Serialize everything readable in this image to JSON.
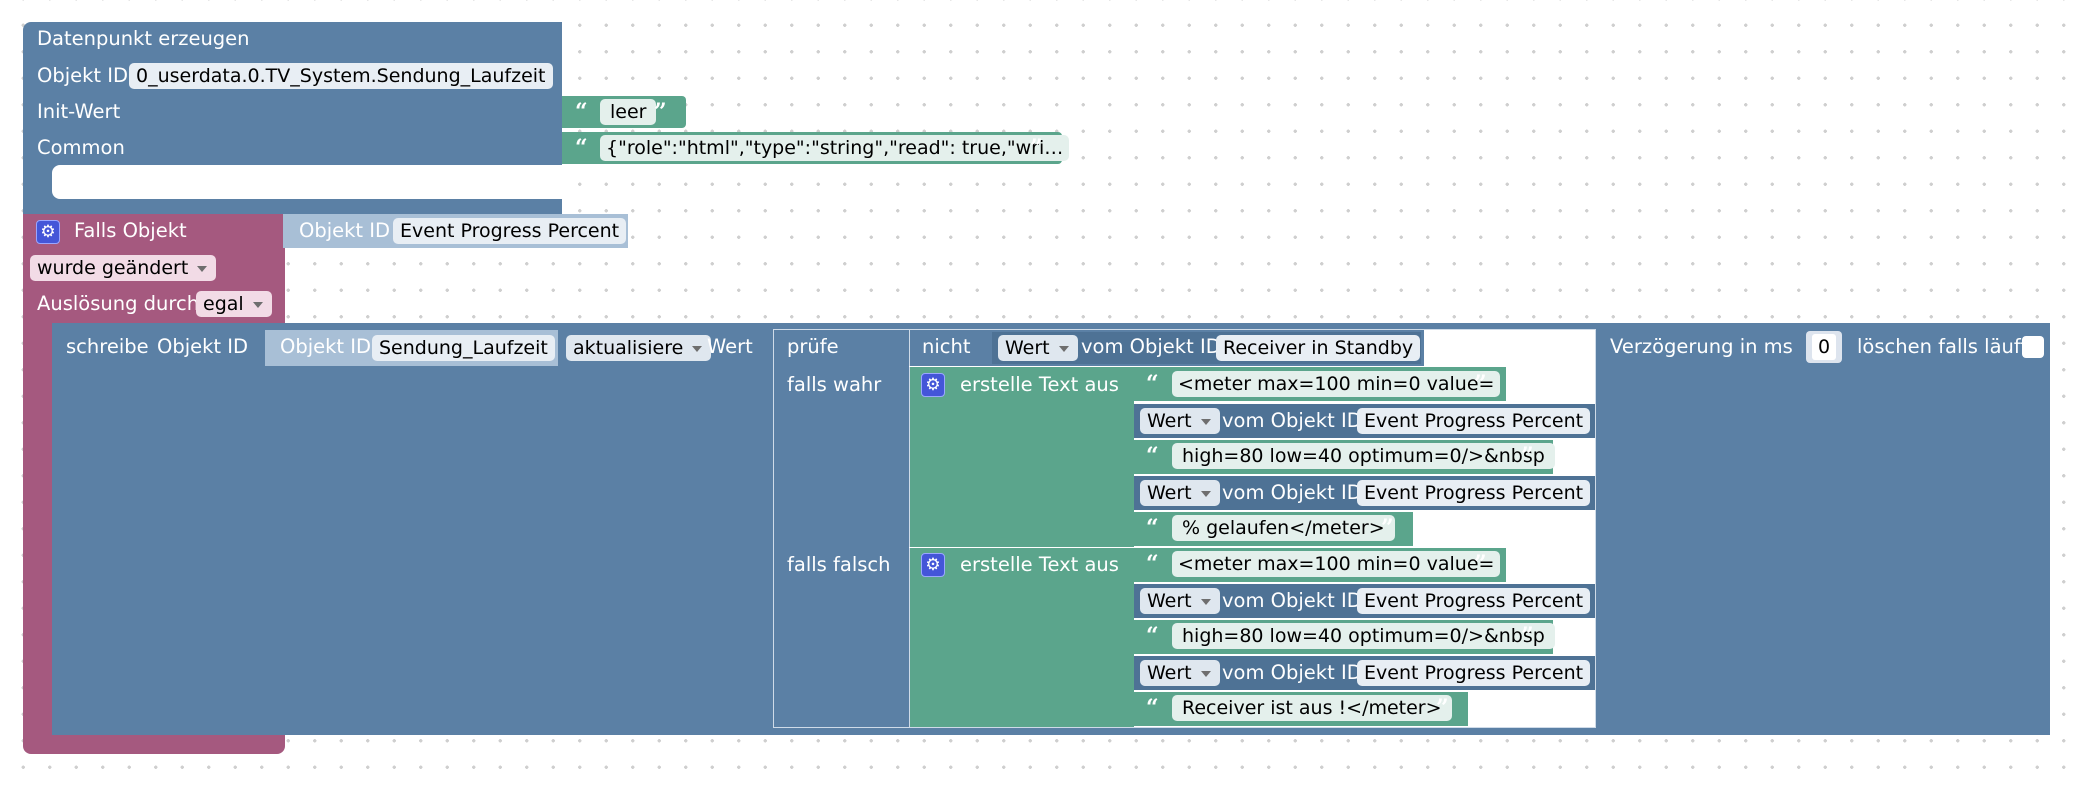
{
  "create": {
    "title": "Datenpunkt erzeugen",
    "objekt_id_label": "Objekt ID",
    "objekt_id_value": "0_userdata.0.TV_System.Sendung_Laufzeit",
    "init_label": "Init-Wert",
    "init_value": "leer",
    "common_label": "Common",
    "common_value": "{\"role\":\"html\",\"type\":\"string\",\"read\": true,\"wri…"
  },
  "trigger": {
    "title": "Falls Objekt",
    "objekt_id_label": "Objekt ID",
    "objekt_id_value": "Event Progress Percent",
    "condition": "wurde geändert",
    "ausloesung_label": "Auslösung durch",
    "ausloesung_value": "egal"
  },
  "write": {
    "label": "schreibe",
    "objekt_id_label": "Objekt ID",
    "target_label": "Objekt ID",
    "target_value": "Sendung_Laufzeit",
    "mode": "aktualisiere",
    "wert_label": "Wert",
    "delay_label": "Verzögerung in ms",
    "delay_value": "0",
    "clear_label": "löschen falls läuft"
  },
  "ternary": {
    "check_label": "prüfe",
    "true_label": "falls wahr",
    "false_label": "falls falsch",
    "not_label": "nicht",
    "cond_wert": "Wert",
    "cond_vom": "vom Objekt ID",
    "cond_object": "Receiver in Standby"
  },
  "true_text": {
    "label": "erstelle Text aus",
    "s1": "<meter max=100 min=0 value=",
    "wert": "Wert",
    "vom": "vom Objekt ID",
    "obj": "Event Progress Percent",
    "s2": "high=80 low=40 optimum=0/>&nbsp",
    "s3": "% gelaufen</meter>"
  },
  "false_text": {
    "label": "erstelle Text aus",
    "s1": "<meter max=100 min=0 value=",
    "wert": "Wert",
    "vom": "vom Objekt ID",
    "obj": "Event Progress Percent",
    "s2": "high=80 low=40 optimum=0/>&nbsp",
    "s3": "Receiver ist aus !</meter>"
  },
  "glyphs": {
    "open_quote": "“",
    "close_quote": "”",
    "gear": "⚙"
  },
  "colors": {
    "blue_block": "#5b80a5",
    "pink_block": "#a5597f",
    "green_block": "#5ba58c"
  }
}
